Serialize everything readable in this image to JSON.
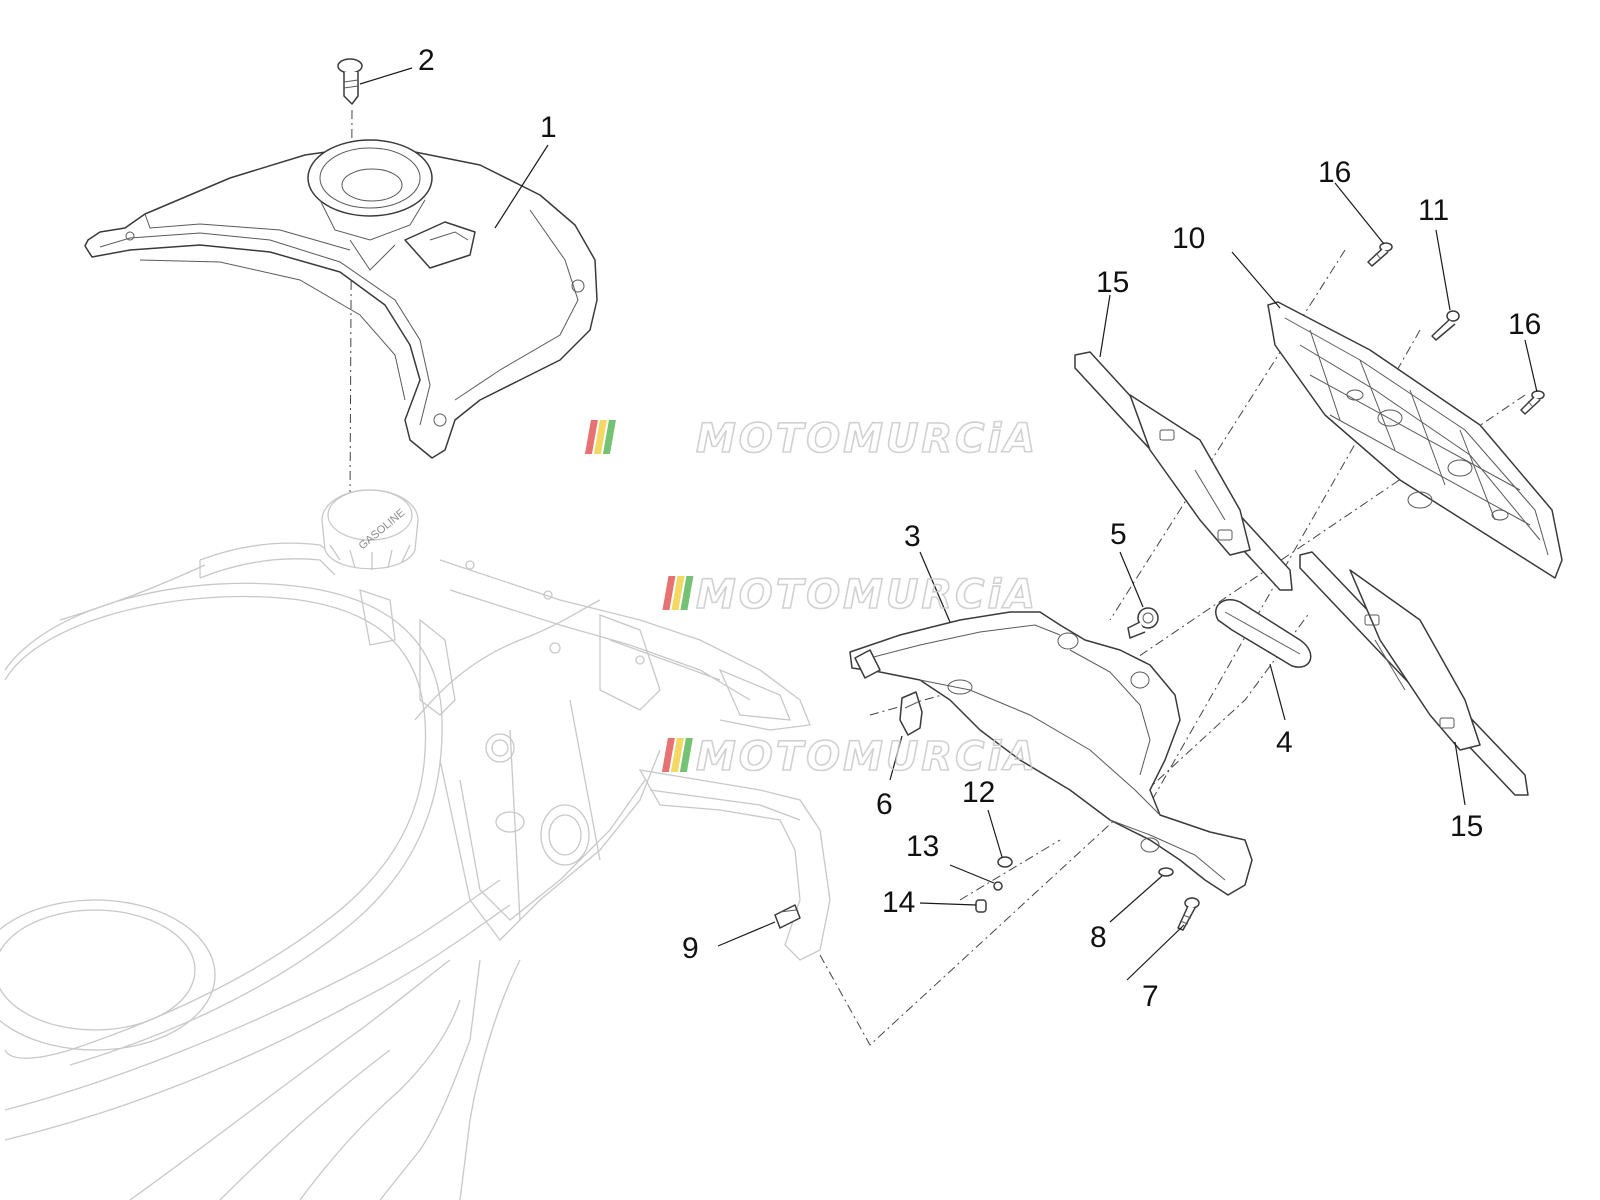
{
  "watermark": {
    "text": "MOTOMURCiA",
    "stripe_colors": [
      "#e25a5a",
      "#f2d24a",
      "#5cb85c"
    ]
  },
  "diagram": {
    "fuel_cap_text": "GASOLINE",
    "callouts": [
      {
        "id": "1",
        "label": "1"
      },
      {
        "id": "2",
        "label": "2"
      },
      {
        "id": "3",
        "label": "3"
      },
      {
        "id": "4",
        "label": "4"
      },
      {
        "id": "5",
        "label": "5"
      },
      {
        "id": "6",
        "label": "6"
      },
      {
        "id": "7",
        "label": "7"
      },
      {
        "id": "8",
        "label": "8"
      },
      {
        "id": "9",
        "label": "9"
      },
      {
        "id": "10",
        "label": "10"
      },
      {
        "id": "11",
        "label": "11"
      },
      {
        "id": "12",
        "label": "12"
      },
      {
        "id": "13",
        "label": "13"
      },
      {
        "id": "14",
        "label": "14"
      },
      {
        "id": "15a",
        "label": "15"
      },
      {
        "id": "15b",
        "label": "15"
      },
      {
        "id": "16a",
        "label": "16"
      },
      {
        "id": "16b",
        "label": "16"
      }
    ]
  }
}
